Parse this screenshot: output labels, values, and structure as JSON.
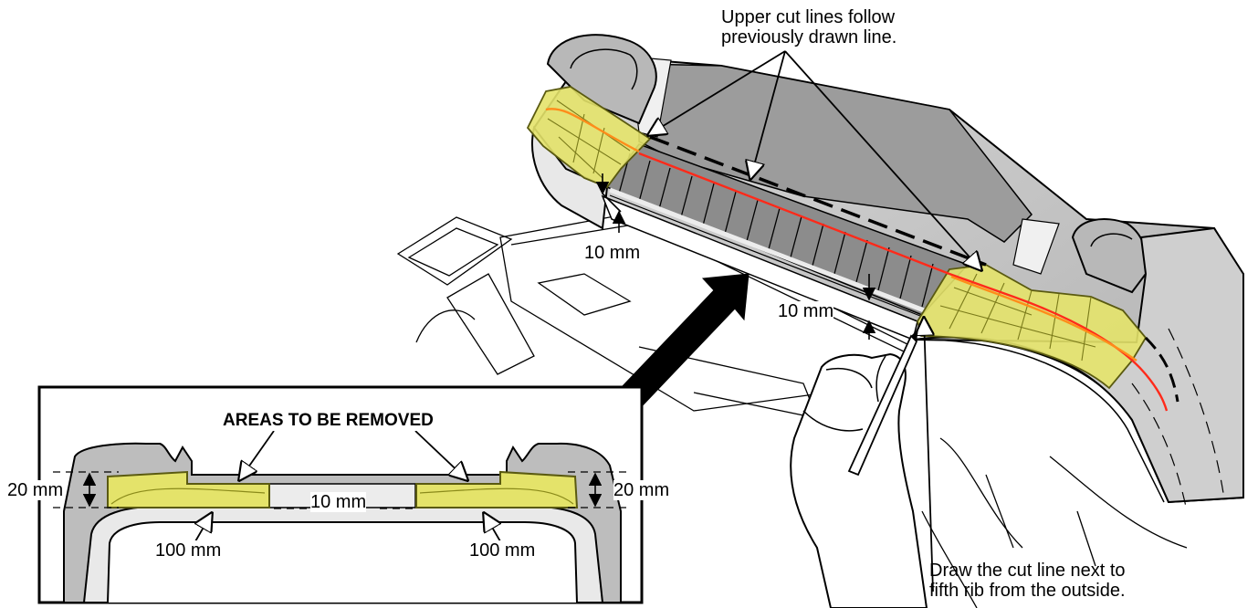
{
  "callouts": {
    "upper_cut_lines": "Upper cut lines follow\npreviously drawn line.",
    "draw_cut_line": "Draw the cut line next to\nfifth rib from the outside."
  },
  "dimensions": {
    "upper_left_gap": "10 mm",
    "upper_right_gap": "10 mm"
  },
  "inset": {
    "title": "AREAS TO BE REMOVED",
    "left_height": "20 mm",
    "right_height": "20 mm",
    "center_gap": "10 mm",
    "left_width": "100 mm",
    "right_width": "100 mm"
  },
  "colors": {
    "removal_area": "#e4e36a",
    "removal_outline": "#8a8a1a",
    "cut_line_red": "#ff2a1a",
    "cut_line_orange": "#ff8c1a",
    "bumper_gray": "#c8c8c8",
    "bumper_dark": "#a6a6a6"
  }
}
